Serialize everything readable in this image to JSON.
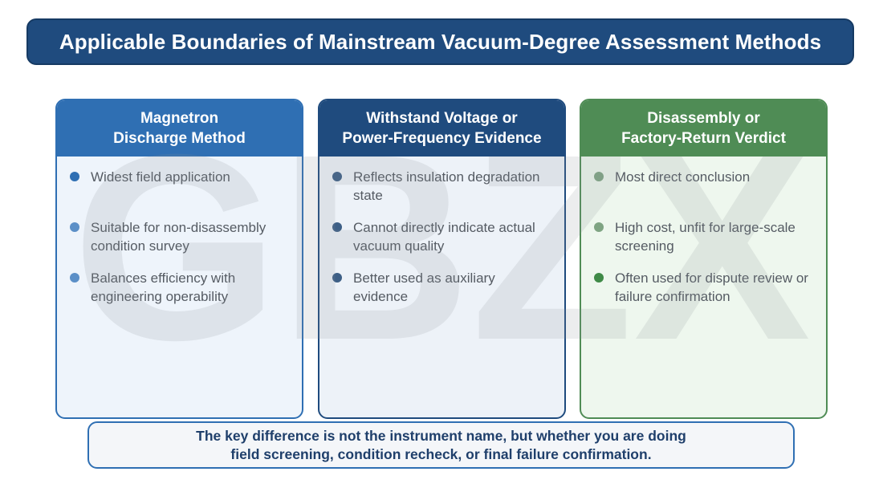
{
  "title": "Applicable Boundaries of Mainstream Vacuum-Degree Assessment Methods",
  "watermark": "GBZX",
  "colors": {
    "navy": "#1f4b7e",
    "blue": "#2f6fb3",
    "green": "#4f8c55"
  },
  "cards": [
    {
      "heading": "Magnetron\nDischarge Method",
      "items": [
        {
          "text": "Widest field application",
          "dot_color": "#2f6fb3"
        },
        {
          "text": "Suitable for non-disassembly condition survey",
          "dot_color": "#5b8fc7"
        },
        {
          "text": "Balances efficiency with engineering operability",
          "dot_color": "#5b8fc7"
        }
      ]
    },
    {
      "heading": "Withstand Voltage or\nPower-Frequency Evidence",
      "items": [
        {
          "text": "Reflects insulation degradation state",
          "dot_color": "#3d5f86"
        },
        {
          "text": "Cannot directly indicate actual vacuum quality",
          "dot_color": "#3d5f86"
        },
        {
          "text": "Better used as auxiliary evidence",
          "dot_color": "#3d5f86"
        }
      ]
    },
    {
      "heading": "Disassembly or\nFactory-Return Verdict",
      "items": [
        {
          "text": "Most direct conclusion",
          "dot_color": "#7fa483"
        },
        {
          "text": "High cost, unfit for large-scale screening",
          "dot_color": "#7fa483"
        },
        {
          "text": "Often used for dispute review or failure confirmation",
          "dot_color": "#3f8a47"
        }
      ]
    }
  ],
  "summary": "The key difference is not the instrument name, but whether you are doing\nfield screening, condition recheck, or final failure confirmation."
}
